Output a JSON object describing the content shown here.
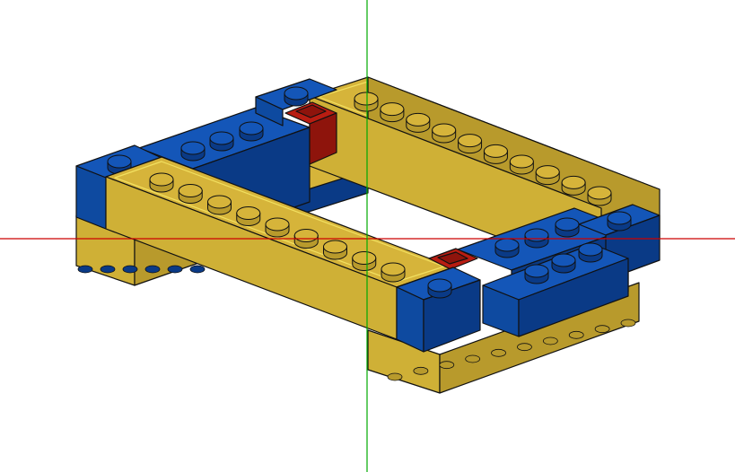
{
  "viewport": {
    "background": "#ffffff"
  },
  "axes": {
    "x_axis_color": "#cc0000",
    "y_axis_color": "#00aa00"
  },
  "palette": {
    "yellow_top": "#d6b43a",
    "yellow_front": "#cfb036",
    "yellow_side": "#b89a2c",
    "yellow_highlight": "#f2e060",
    "blue_top": "#1456b8",
    "blue_front": "#0e4aa0",
    "blue_side": "#0a3a86",
    "red_top": "#b81d12",
    "red_side": "#8e140c",
    "outline": "#111111"
  },
  "model": {
    "bricks": [
      {
        "color": "yellow",
        "role": "long brick",
        "studs": 10
      },
      {
        "color": "yellow",
        "role": "long brick",
        "studs": 10
      },
      {
        "color": "blue",
        "role": "corner brick",
        "studs": 3
      },
      {
        "color": "blue",
        "role": "corner brick",
        "studs": 3
      },
      {
        "color": "blue",
        "role": "end brick",
        "studs": 1
      },
      {
        "color": "blue",
        "role": "end brick",
        "studs": 1
      },
      {
        "color": "red",
        "role": "spacer brick",
        "studs": 1
      },
      {
        "color": "red",
        "role": "spacer brick",
        "studs": 1
      }
    ]
  }
}
